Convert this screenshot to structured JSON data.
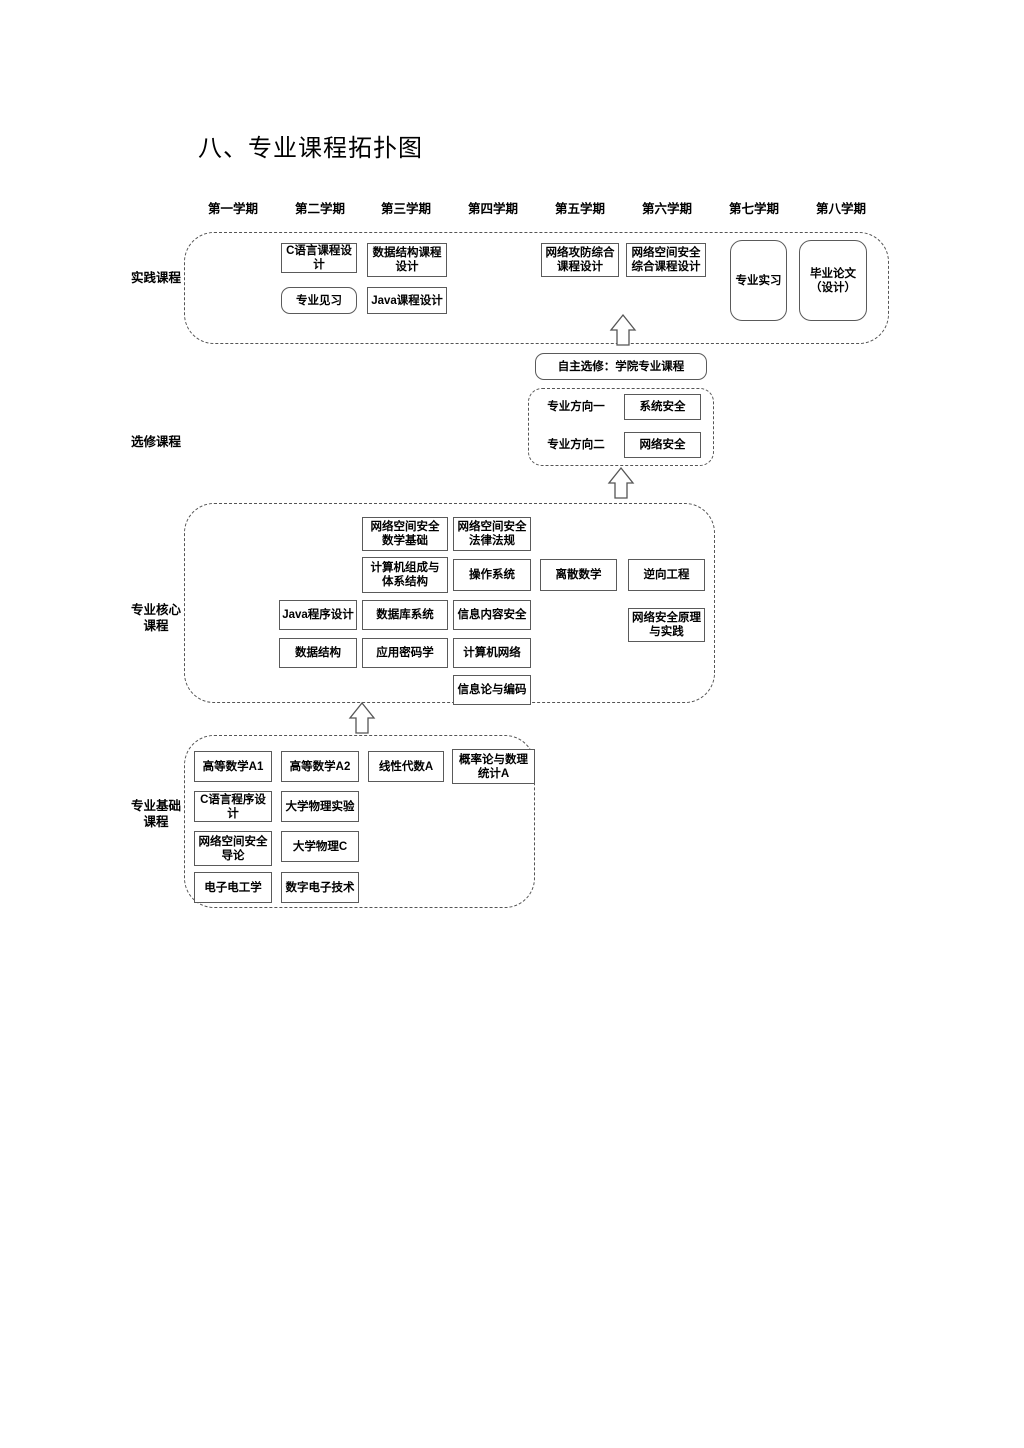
{
  "page": {
    "title": "八、专业课程拓扑图"
  },
  "semesters": [
    {
      "label": "第一学期"
    },
    {
      "label": "第二学期"
    },
    {
      "label": "第三学期"
    },
    {
      "label": "第四学期"
    },
    {
      "label": "第五学期"
    },
    {
      "label": "第六学期"
    },
    {
      "label": "第七学期"
    },
    {
      "label": "第八学期"
    }
  ],
  "sections": {
    "practice": {
      "label": "实践课程",
      "courses": [
        {
          "name": "C语言课程设计"
        },
        {
          "name": "数据结构课程设计"
        },
        {
          "name": "专业见习"
        },
        {
          "name": "Java课程设计"
        },
        {
          "name": "网络攻防综合课程设计"
        },
        {
          "name": "网络空间安全综合课程设计"
        },
        {
          "name": "专业实习"
        },
        {
          "name": "毕业论文（设计）"
        }
      ]
    },
    "elective": {
      "label": "选修课程",
      "self_select": "自主选修：学院专业课程",
      "direction_one_label": "专业方向一",
      "direction_one_course": "系统安全",
      "direction_two_label": "专业方向二",
      "direction_two_course": "网络安全"
    },
    "core": {
      "label": "专业核心\n课程",
      "label_line1": "专业核心",
      "label_line2": "课程",
      "courses": [
        {
          "name": "网络空间安全数学基础"
        },
        {
          "name": "网络空间安全法律法规"
        },
        {
          "name": "计算机组成与体系结构"
        },
        {
          "name": "操作系统"
        },
        {
          "name": "离散数学"
        },
        {
          "name": "逆向工程"
        },
        {
          "name": "Java程序设计"
        },
        {
          "name": "数据库系统"
        },
        {
          "name": "信息内容安全"
        },
        {
          "name": "网络安全原理与实践"
        },
        {
          "name": "数据结构"
        },
        {
          "name": "应用密码学"
        },
        {
          "name": "计算机网络"
        },
        {
          "name": "信息论与编码"
        }
      ]
    },
    "foundation": {
      "label_line1": "专业基础",
      "label_line2": "课程",
      "courses": [
        {
          "name": "高等数学A1"
        },
        {
          "name": "高等数学A2"
        },
        {
          "name": "线性代数A"
        },
        {
          "name": "概率论与数理统计A"
        },
        {
          "name": "C语言程序设计"
        },
        {
          "name": "大学物理实验"
        },
        {
          "name": "网络空间安全导论"
        },
        {
          "name": "大学物理C"
        },
        {
          "name": "电子电工学"
        },
        {
          "name": "数字电子技术"
        }
      ]
    }
  },
  "colors": {
    "box_border": "#5a5a5a",
    "group_border": "#555555",
    "text": "#000000",
    "background": "#ffffff"
  }
}
